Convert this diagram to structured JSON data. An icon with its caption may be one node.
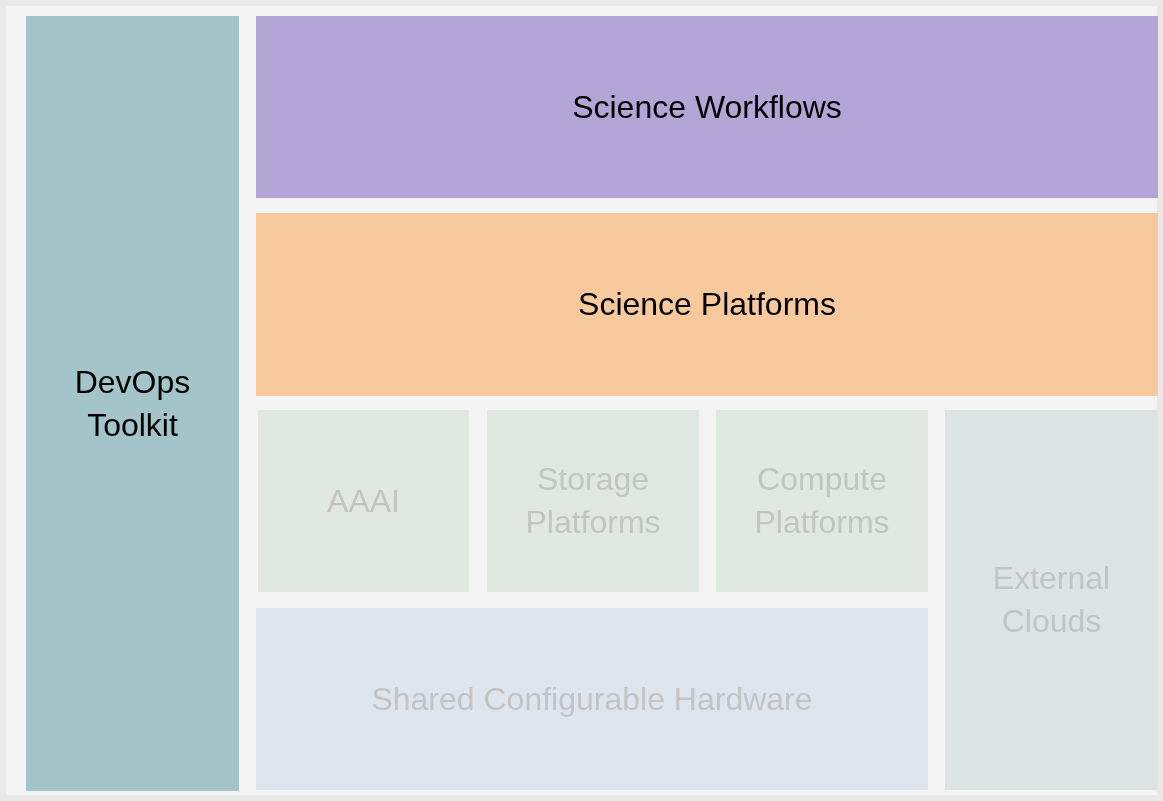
{
  "diagram": {
    "nodes": [
      {
        "text": [
          "DevOps Toolkit"
        ]
      },
      {
        "text": [
          "Science Workflows"
        ]
      },
      {
        "text": [
          "Science Platforms"
        ]
      },
      {
        "text": [
          "AAAI"
        ]
      },
      {
        "text": [
          "Storage Platforms"
        ]
      },
      {
        "text": [
          "Compute Platforms"
        ]
      },
      {
        "text": [
          "External Clouds"
        ]
      },
      {
        "text": [
          "Shared Configurable Hardware"
        ]
      }
    ]
  }
}
